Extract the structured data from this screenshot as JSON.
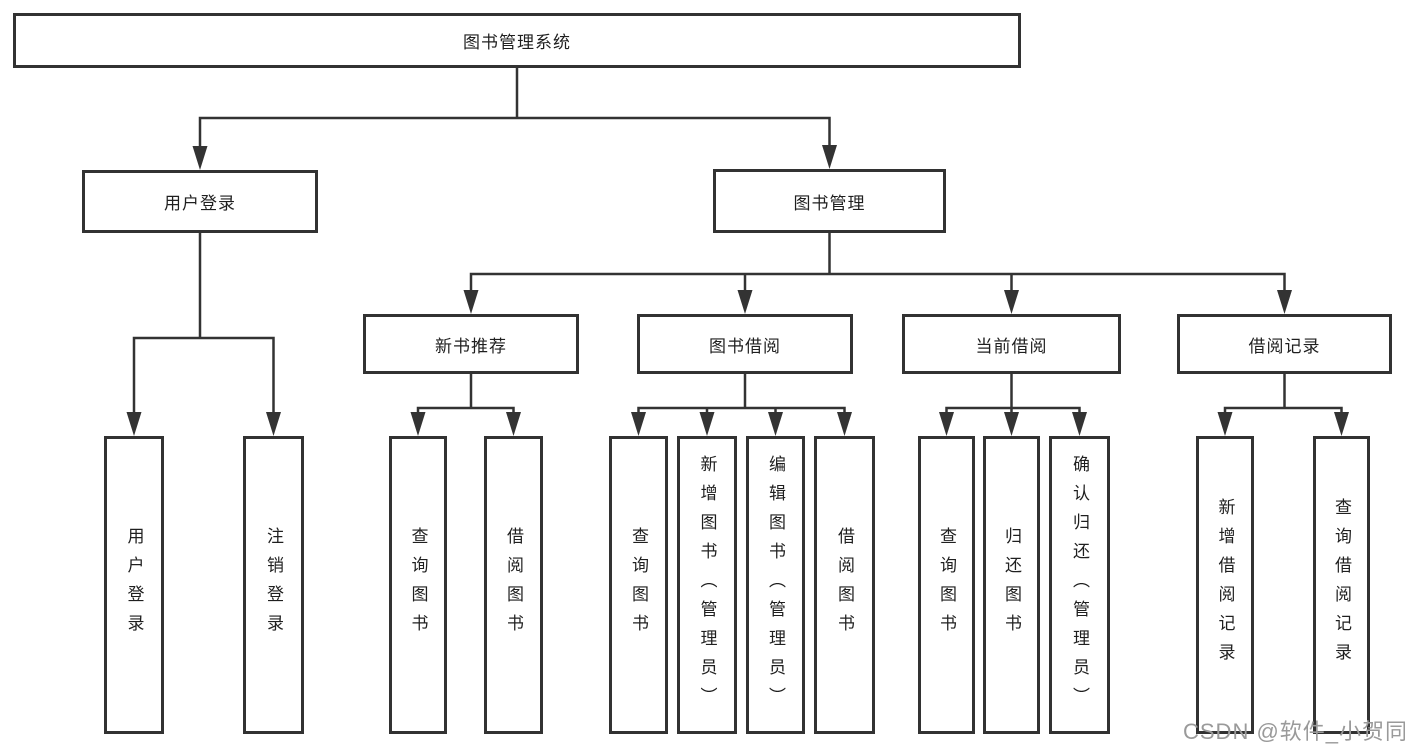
{
  "nodes": {
    "root": "图书管理系统",
    "level2": [
      "用户登录",
      "图书管理"
    ],
    "level3": [
      "新书推荐",
      "图书借阅",
      "当前借阅",
      "借阅记录"
    ],
    "leaves": {
      "user_login": [
        "用户登录",
        "注销登录"
      ],
      "new_book_rec": [
        "查询图书",
        "借阅图书"
      ],
      "book_borrow": [
        "查询图书",
        "新增图书（管理员）",
        "编辑图书（管理员）",
        "借阅图书"
      ],
      "current_borrow": [
        "查询图书",
        "归还图书",
        "确认归还（管理员）"
      ],
      "borrow_records": [
        "新增借阅记录",
        "查询借阅记录"
      ]
    }
  },
  "watermark": "CSDN @软件_小贺同学",
  "colors": {
    "line": "#333333",
    "border": "#323232",
    "text": "#1f1f1f",
    "background": "#ffffff",
    "watermark": "#9a9a9a"
  }
}
